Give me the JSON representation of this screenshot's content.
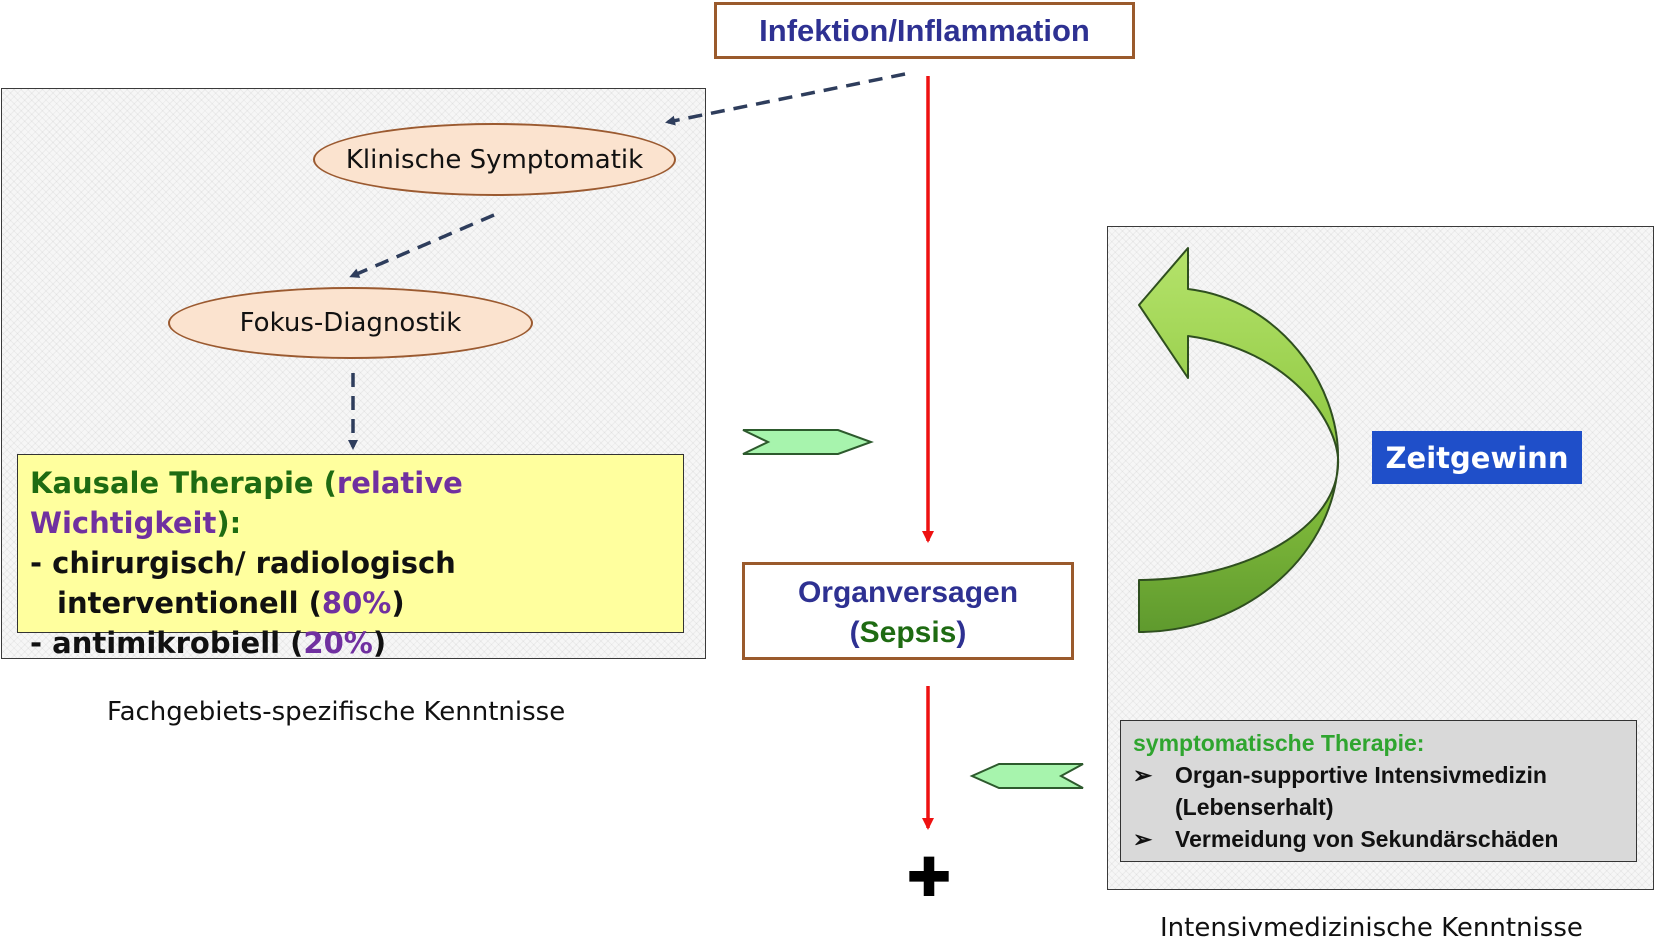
{
  "top_box": {
    "label": "Infektion/Inflammation"
  },
  "left_panel": {
    "caption": "Fachgebiets-spezifische Kenntnisse",
    "ellipse_symptomatik": "Klinische Symptomatik",
    "ellipse_diagnostik": "Fokus-Diagnostik",
    "kausal": {
      "title": "Kausale Therapie",
      "open_paren": " (",
      "title_highlight": "relative Wichtigkeit",
      "close_paren": "):",
      "line1": "- chirurgisch/ radiologisch",
      "line2": "interventionell (",
      "line2_percent": "80%",
      "line2_close": ")",
      "line3": "- antimikrobiell (",
      "line3_percent": "20%",
      "line3_close": ")"
    }
  },
  "middle_box": {
    "line1": "Organversagen",
    "line2_open": "(",
    "line2_word": "Sepsis",
    "line2_close": ")"
  },
  "death_symbol": "✚",
  "right_panel": {
    "caption": "Intensivmedizinische Kenntnisse",
    "zeitgewinn": "Zeitgewinn",
    "symptomatisch": {
      "title": "symptomatische Therapie:",
      "bullet": "➢",
      "items": [
        "Organ-supportive Intensivmedizin",
        "(Lebenserhalt)",
        "Vermeidung von Sekundärschäden"
      ]
    }
  },
  "colors": {
    "brown_border": "#9a5a2c",
    "title_blue": "#2e3192",
    "sepsis_green": "#1e6b12",
    "red_arrow": "#ee1111",
    "dashed_arrow": "#2e3d5c",
    "zeit_blue": "#1f4fc9",
    "kausal_yellow": "#ffff9e"
  }
}
